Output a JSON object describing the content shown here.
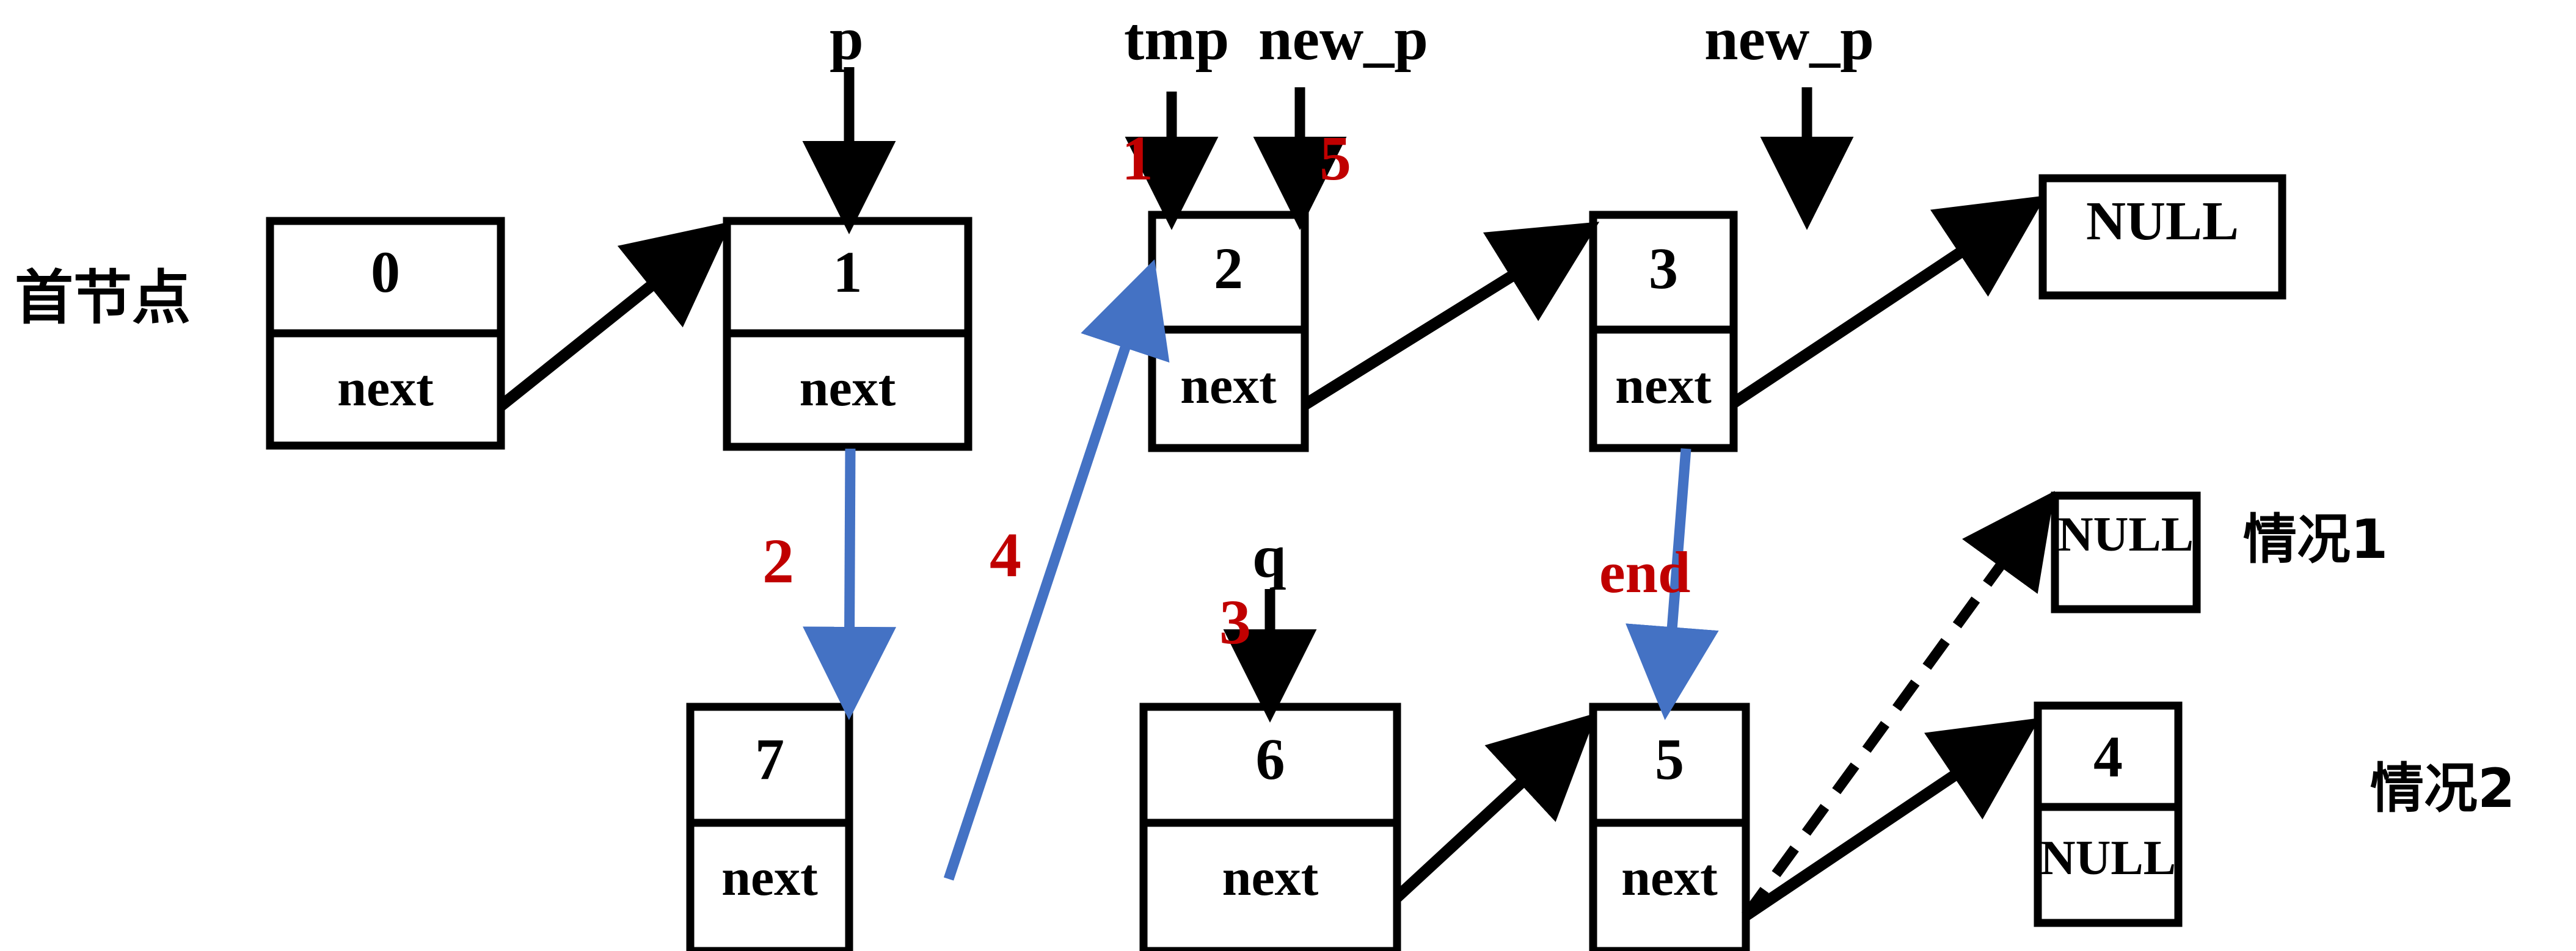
{
  "diagram": {
    "title_text_left": "首节点",
    "case_labels": [
      {
        "id": "case1",
        "text": "情况1"
      },
      {
        "id": "case2",
        "text": "情况2"
      }
    ],
    "nodes": [
      {
        "id": "n0",
        "value": "0",
        "next": "next"
      },
      {
        "id": "n1",
        "value": "1",
        "next": "next"
      },
      {
        "id": "n2",
        "value": "2",
        "next": "next"
      },
      {
        "id": "n3",
        "value": "3",
        "next": "next"
      },
      {
        "id": "nullTop",
        "value": "NULL",
        "next": null
      },
      {
        "id": "n7",
        "value": "7",
        "next": "next"
      },
      {
        "id": "n6",
        "value": "6",
        "next": "next"
      },
      {
        "id": "n5",
        "value": "5",
        "next": "next"
      },
      {
        "id": "nullCase1",
        "value": "NULL",
        "next": null
      },
      {
        "id": "n4",
        "value": "4",
        "next": "NULL"
      }
    ],
    "pointer_labels": [
      {
        "id": "p",
        "text": "p"
      },
      {
        "id": "tmp",
        "text": "tmp"
      },
      {
        "id": "new_p1",
        "text": "new_p"
      },
      {
        "id": "new_p2",
        "text": "new_p"
      },
      {
        "id": "q",
        "text": "q"
      }
    ],
    "step_markers": [
      {
        "id": "s1",
        "text": "1"
      },
      {
        "id": "s2",
        "text": "2"
      },
      {
        "id": "s3",
        "text": "3"
      },
      {
        "id": "s4",
        "text": "4"
      },
      {
        "id": "s5",
        "text": "5"
      },
      {
        "id": "send",
        "text": "end"
      }
    ],
    "colors": {
      "stroke_black": "#000000",
      "accent_blue": "#4472C4",
      "marker_red": "#C00000",
      "background": "#FFFFFF"
    }
  }
}
